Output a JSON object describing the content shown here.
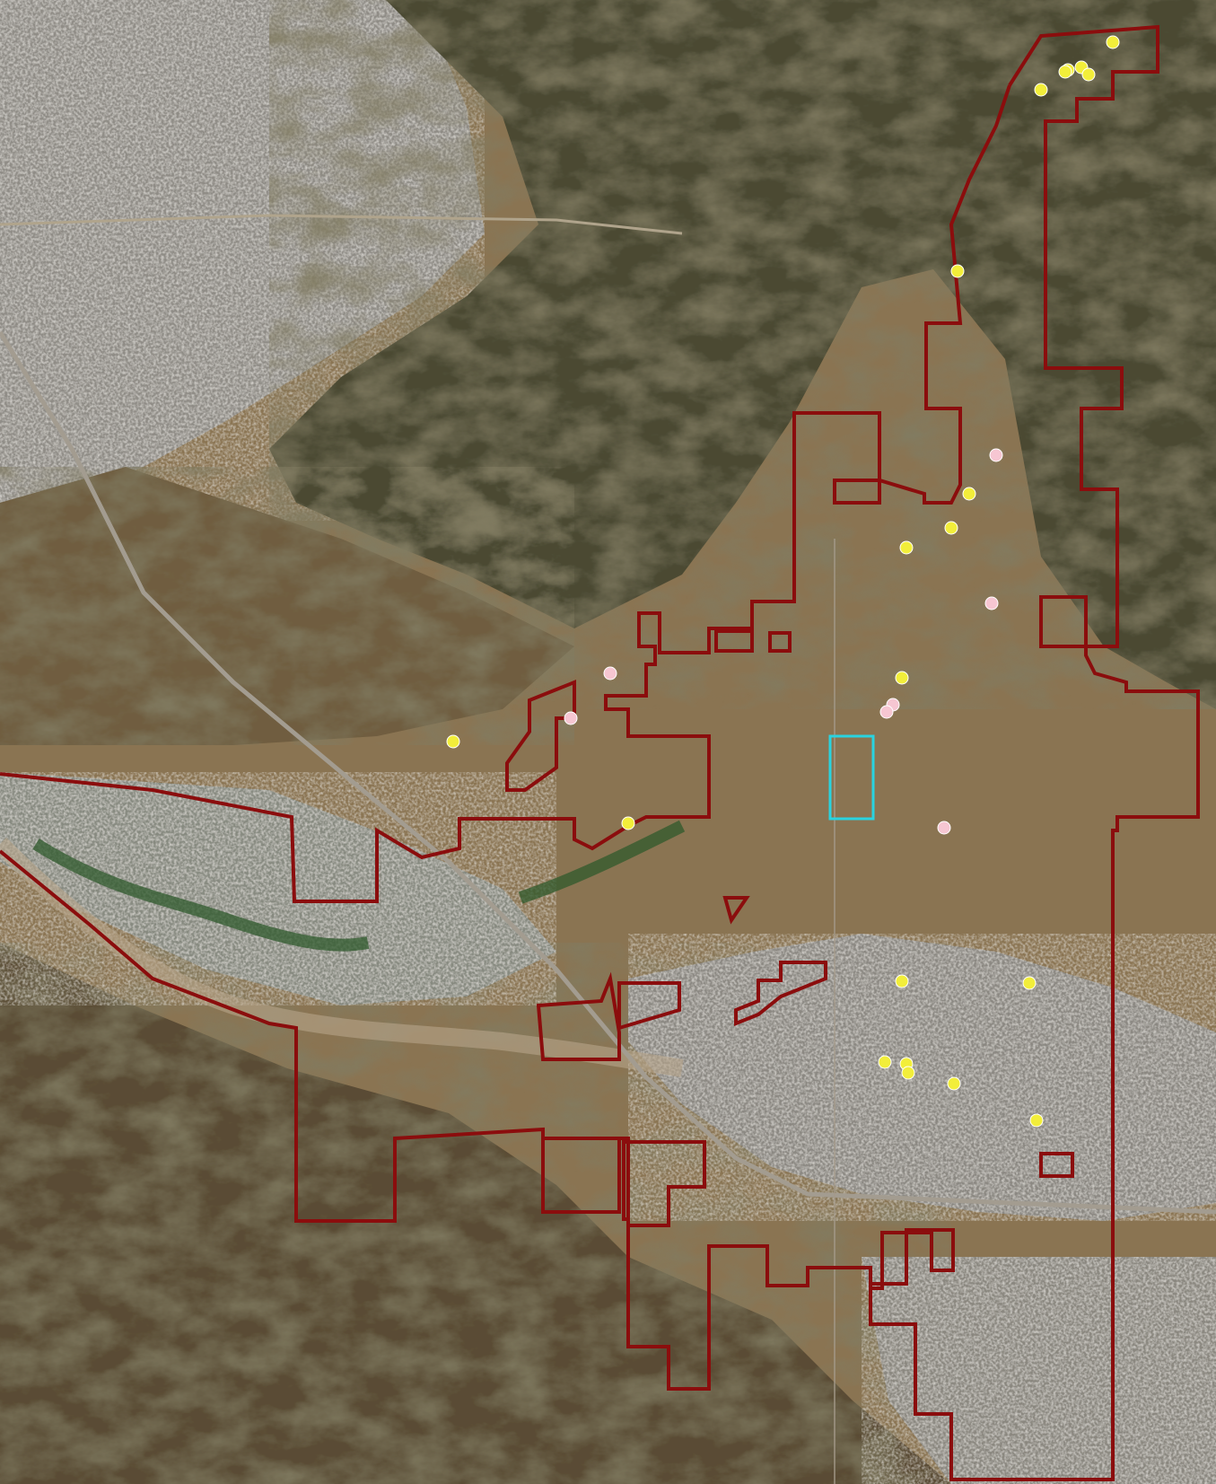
{
  "map": {
    "view": "satellite",
    "colors": {
      "boundary": "#8b0d0d",
      "highlight": "#29d3e0",
      "poi_yellow": "#f2ee3a",
      "poi_pink": "#f6c6d2"
    },
    "markers": [
      {
        "kind": "yellow",
        "label": ""
      },
      {
        "kind": "pink",
        "label": ""
      }
    ]
  }
}
